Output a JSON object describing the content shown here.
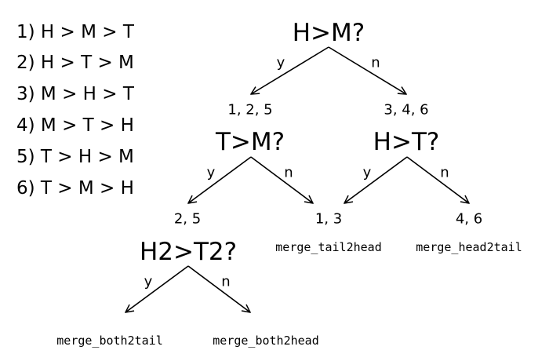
{
  "orderings": [
    "1) H > M > T",
    "2) H > T > M",
    "3) M > H > T",
    "4) M > T > H",
    "5) T > H > M",
    "6) T > M > H"
  ],
  "tree": {
    "root": {
      "question": "H>M?",
      "yes": "y",
      "no": "n"
    },
    "left": {
      "set": "1, 2, 5",
      "question": "T>M?",
      "yes": "y",
      "no": "n"
    },
    "right": {
      "set": "3, 4, 6",
      "question": "H>T?",
      "yes": "y",
      "no": "n"
    },
    "left_yes": {
      "set": "2, 5",
      "question": "H2>T2?",
      "yes": "y",
      "no": "n"
    },
    "left_no": {
      "set": "1, 3",
      "function": "merge_tail2head"
    },
    "right_yes": {
      "set": "1, 3"
    },
    "right_no": {
      "set": "4, 6",
      "function": "merge_head2tail"
    },
    "left_yes_yes": {
      "function": "merge_both2tail"
    },
    "left_yes_no": {
      "function": "merge_both2head"
    }
  }
}
